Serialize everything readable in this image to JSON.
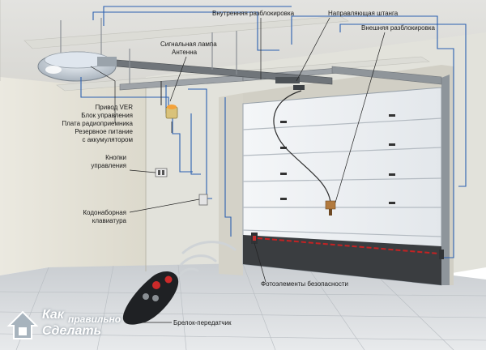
{
  "labels": {
    "inner_release": "Внутренняя разблокировка",
    "guide_rail": "Направляющая штанга",
    "outer_release": "Внешняя разблокировка",
    "signal_lamp": "Сигнальная лампа",
    "antenna": "Антенна",
    "drive_block": [
      "Привод VER",
      "Блок управления",
      "Плата радиоприемника",
      "Резервное питание",
      "с аккумулятором"
    ],
    "control_buttons": [
      "Кнопки",
      "управления"
    ],
    "keypad": [
      "Кодонаборная",
      "клавиатура"
    ],
    "photocells": "Фотоэлементы безопасности",
    "remote": "Брелок-передатчик"
  },
  "logo": {
    "line1": "Как",
    "line2": "правильно",
    "line3": "Сделать"
  },
  "colors": {
    "wire": "#2a5fb0",
    "leader": "#222222",
    "photo_beam": "#d42020"
  }
}
